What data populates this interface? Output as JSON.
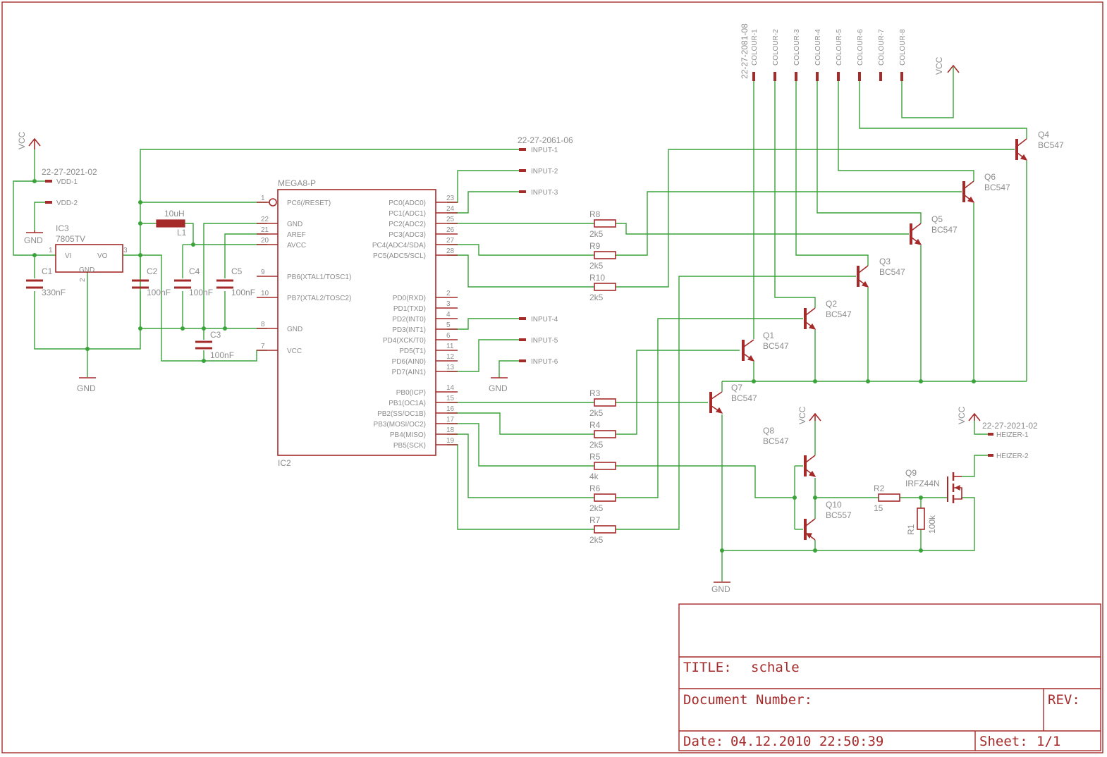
{
  "title_block": {
    "title_label": "TITLE:",
    "title_value": "schale",
    "doc_label": "Document Number:",
    "rev_label": "REV:",
    "date_label": "Date:",
    "date_value": "04.12.2010 22:50:39",
    "sheet_label": "Sheet:",
    "sheet_value": "1/1"
  },
  "power": {
    "vcc": "VCC",
    "gnd": "GND"
  },
  "connectors": {
    "vdd_header": "22-27-2021-02",
    "vdd_1": "VDD-1",
    "vdd_2": "VDD-2",
    "input_header": "22-27-2061-06",
    "inputs": [
      "INPUT-1",
      "INPUT-2",
      "INPUT-3",
      "INPUT-4",
      "INPUT-5",
      "INPUT-6"
    ],
    "colour_header": "22-27-2081-08",
    "colours": [
      "COLOUR-1",
      "COLOUR-2",
      "COLOUR-3",
      "COLOUR-4",
      "COLOUR-5",
      "COLOUR-6",
      "COLOUR-7",
      "COLOUR-8"
    ],
    "heizer_header": "22-27-2021-02",
    "heizer_1": "HEIZER-1",
    "heizer_2": "HEIZER-2"
  },
  "regulator": {
    "name": "IC3",
    "value": "7805TV",
    "pin_vi": "VI",
    "pin_vo": "VO",
    "pin_gnd": "GND",
    "pin1": "1",
    "pin2": "2",
    "pin3": "3"
  },
  "inductor": {
    "name": "L1",
    "value": "10uH"
  },
  "capacitors": [
    {
      "name": "C1",
      "value": "330nF"
    },
    {
      "name": "C2",
      "value": "100nF"
    },
    {
      "name": "C4",
      "value": "100nF"
    },
    {
      "name": "C5",
      "value": "100nF"
    },
    {
      "name": "C3",
      "value": "100nF"
    }
  ],
  "mcu": {
    "name": "IC2",
    "value": "MEGA8-P",
    "left_pins": [
      {
        "label": "PC6(/RESET)",
        "num": "1"
      },
      {
        "label": "GND",
        "num": "22"
      },
      {
        "label": "AREF",
        "num": "21"
      },
      {
        "label": "AVCC",
        "num": "20"
      },
      {
        "label": "PB6(XTAL1/TOSC1)",
        "num": "9"
      },
      {
        "label": "PB7(XTAL2/TOSC2)",
        "num": "10"
      },
      {
        "label": "GND",
        "num": "8"
      },
      {
        "label": "VCC",
        "num": "7"
      }
    ],
    "right_pins": [
      {
        "label": "PC0(ADC0)",
        "num": "23"
      },
      {
        "label": "PC1(ADC1)",
        "num": "24"
      },
      {
        "label": "PC2(ADC2)",
        "num": "25"
      },
      {
        "label": "PC3(ADC3)",
        "num": "26"
      },
      {
        "label": "PC4(ADC4/SDA)",
        "num": "27"
      },
      {
        "label": "PC5(ADC5/SCL)",
        "num": "28"
      },
      {
        "label": "PD0(RXD)",
        "num": "2"
      },
      {
        "label": "PD1(TXD)",
        "num": "3"
      },
      {
        "label": "PD2(INT0)",
        "num": "4"
      },
      {
        "label": "PD3(INT1)",
        "num": "5"
      },
      {
        "label": "PD4(XCK/T0)",
        "num": "6"
      },
      {
        "label": "PD5(T1)",
        "num": "11"
      },
      {
        "label": "PD6(AIN0)",
        "num": "12"
      },
      {
        "label": "PD7(AIN1)",
        "num": "13"
      },
      {
        "label": "PB0(ICP)",
        "num": "14"
      },
      {
        "label": "PB1(OC1A)",
        "num": "15"
      },
      {
        "label": "PB2(SS/OC1B)",
        "num": "16"
      },
      {
        "label": "PB3(MOSI/OC2)",
        "num": "17"
      },
      {
        "label": "PB4(MISO)",
        "num": "18"
      },
      {
        "label": "PB5(SCK)",
        "num": "19"
      }
    ]
  },
  "resistors": [
    {
      "name": "R8",
      "value": "2k5"
    },
    {
      "name": "R9",
      "value": "2k5"
    },
    {
      "name": "R10",
      "value": "2k5"
    },
    {
      "name": "R3",
      "value": "2k5"
    },
    {
      "name": "R4",
      "value": "2k5"
    },
    {
      "name": "R5",
      "value": "4k"
    },
    {
      "name": "R6",
      "value": "2k5"
    },
    {
      "name": "R7",
      "value": "2k5"
    },
    {
      "name": "R2",
      "value": "15"
    },
    {
      "name": "R1",
      "value": "100k"
    }
  ],
  "transistors": [
    {
      "name": "Q1",
      "value": "BC547"
    },
    {
      "name": "Q2",
      "value": "BC547"
    },
    {
      "name": "Q3",
      "value": "BC547"
    },
    {
      "name": "Q5",
      "value": "BC547"
    },
    {
      "name": "Q6",
      "value": "BC547"
    },
    {
      "name": "Q4",
      "value": "BC547"
    },
    {
      "name": "Q7",
      "value": "BC547"
    },
    {
      "name": "Q8",
      "value": "BC547"
    },
    {
      "name": "Q10",
      "value": "BC557"
    },
    {
      "name": "Q9",
      "value": "IRFZ44N"
    }
  ]
}
